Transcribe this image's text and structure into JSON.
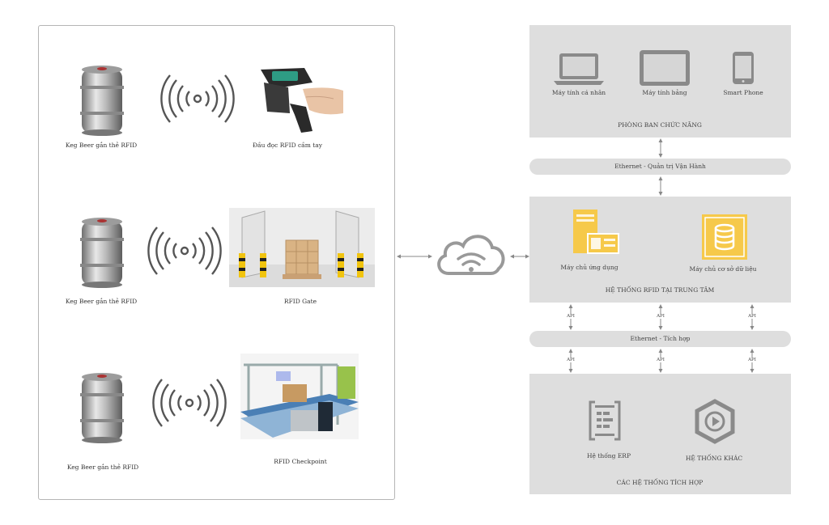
{
  "field": {
    "rows": [
      {
        "keg_label": "Keg Beer  gắn thẻ RFID",
        "device_label": "Đầu đọc RFID cầm tay"
      },
      {
        "keg_label": "Keg Beer  gắn thẻ RFID",
        "device_label": "RFID Gate"
      },
      {
        "keg_label": "Keg Beer  gắn thẻ RFID",
        "device_label": "RFID Checkpoint"
      }
    ]
  },
  "departments": {
    "title": "PHÒNG BAN CHỨC NĂNG",
    "devices": [
      "Máy tính cá nhân",
      "Máy tính bảng",
      "Smart Phone"
    ]
  },
  "ethernet_ops": "Ethernet - Quản trị Vận Hành",
  "central": {
    "title": "HỆ THỐNG RFID TẠI TRUNG TÂM",
    "app_server": "Máy chủ ứng dụng",
    "db_server": "Máy chủ cơ sở dữ liệu"
  },
  "api_label": "API",
  "ethernet_integration": "Ethernet - Tích hợp",
  "integrated": {
    "title": "CÁC HỆ THỐNG TÍCH HỢP",
    "erp": "Hệ thống ERP",
    "other": "HỆ THỐNG KHÁC"
  },
  "colors": {
    "panel_gray": "#dedede",
    "server_yellow": "#f6c94a",
    "icon_gray": "#8a8a8a"
  }
}
